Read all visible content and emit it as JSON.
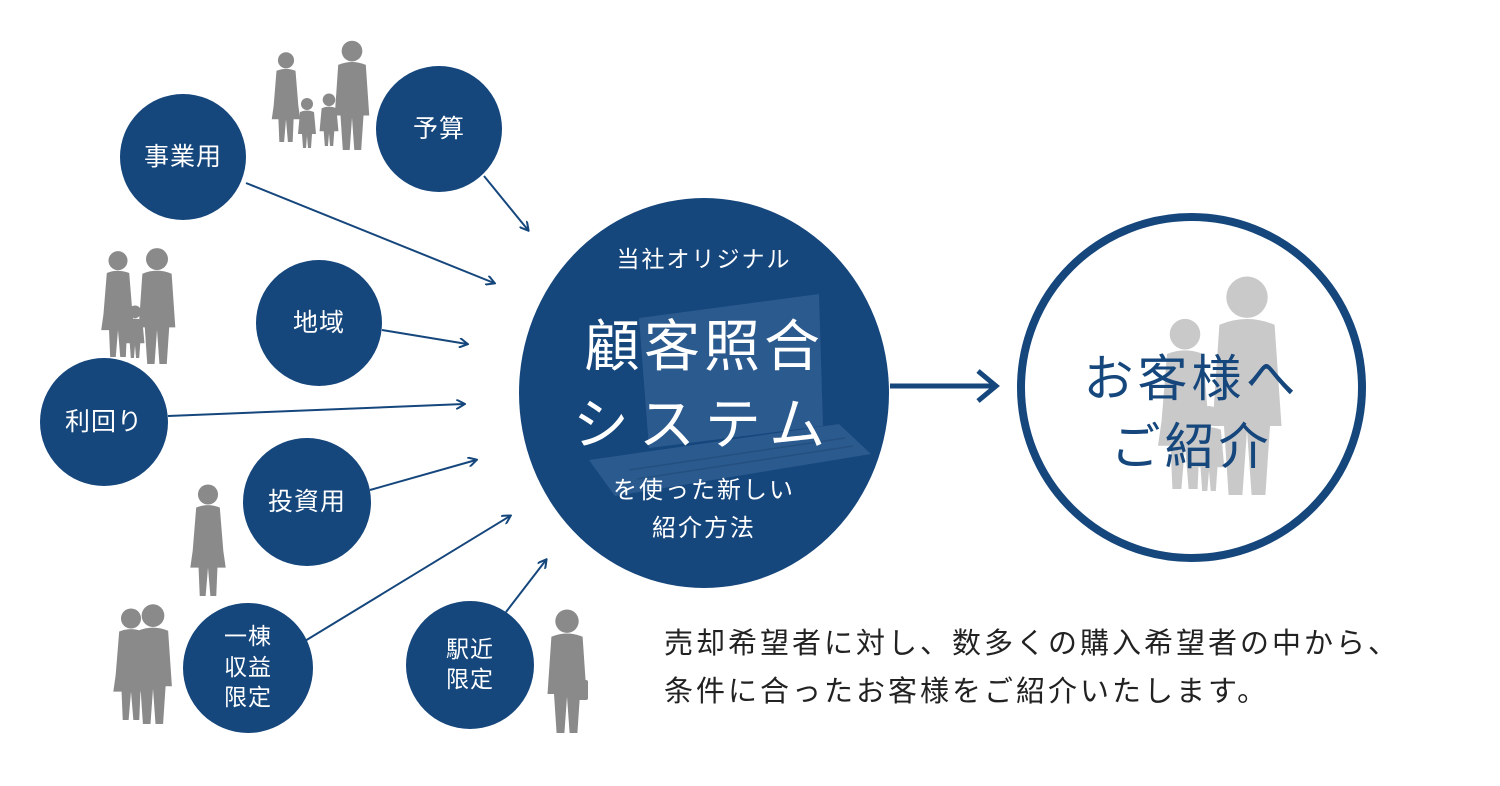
{
  "categories": [
    {
      "id": "business_use",
      "label": "事業用"
    },
    {
      "id": "budget",
      "label": "予算"
    },
    {
      "id": "area",
      "label": "地域"
    },
    {
      "id": "yield",
      "label": "利回り"
    },
    {
      "id": "investment_use",
      "label": "投資用"
    },
    {
      "id": "whole_building",
      "lines": [
        "一棟",
        "収益",
        "限定"
      ]
    },
    {
      "id": "near_station",
      "lines": [
        "駅近",
        "限定"
      ]
    }
  ],
  "hub": {
    "kicker": "当社オリジナル",
    "title_line1": "顧客照合",
    "title_line2": "システム",
    "sub_line1": "を使った新しい",
    "sub_line2": "紹介方法"
  },
  "target": {
    "line1": "お客様へ",
    "line2": "ご紹介"
  },
  "description": {
    "line1": "売却希望者に対し、数多くの購入希望者の中から、",
    "line2": "条件に合ったお客様をご紹介いたします。"
  },
  "colors": {
    "navy": "#15467c",
    "silhouette": "#8a8a8a",
    "silhouette_light": "#c9c9c9",
    "hub_laptop": "#2b5a8f"
  }
}
